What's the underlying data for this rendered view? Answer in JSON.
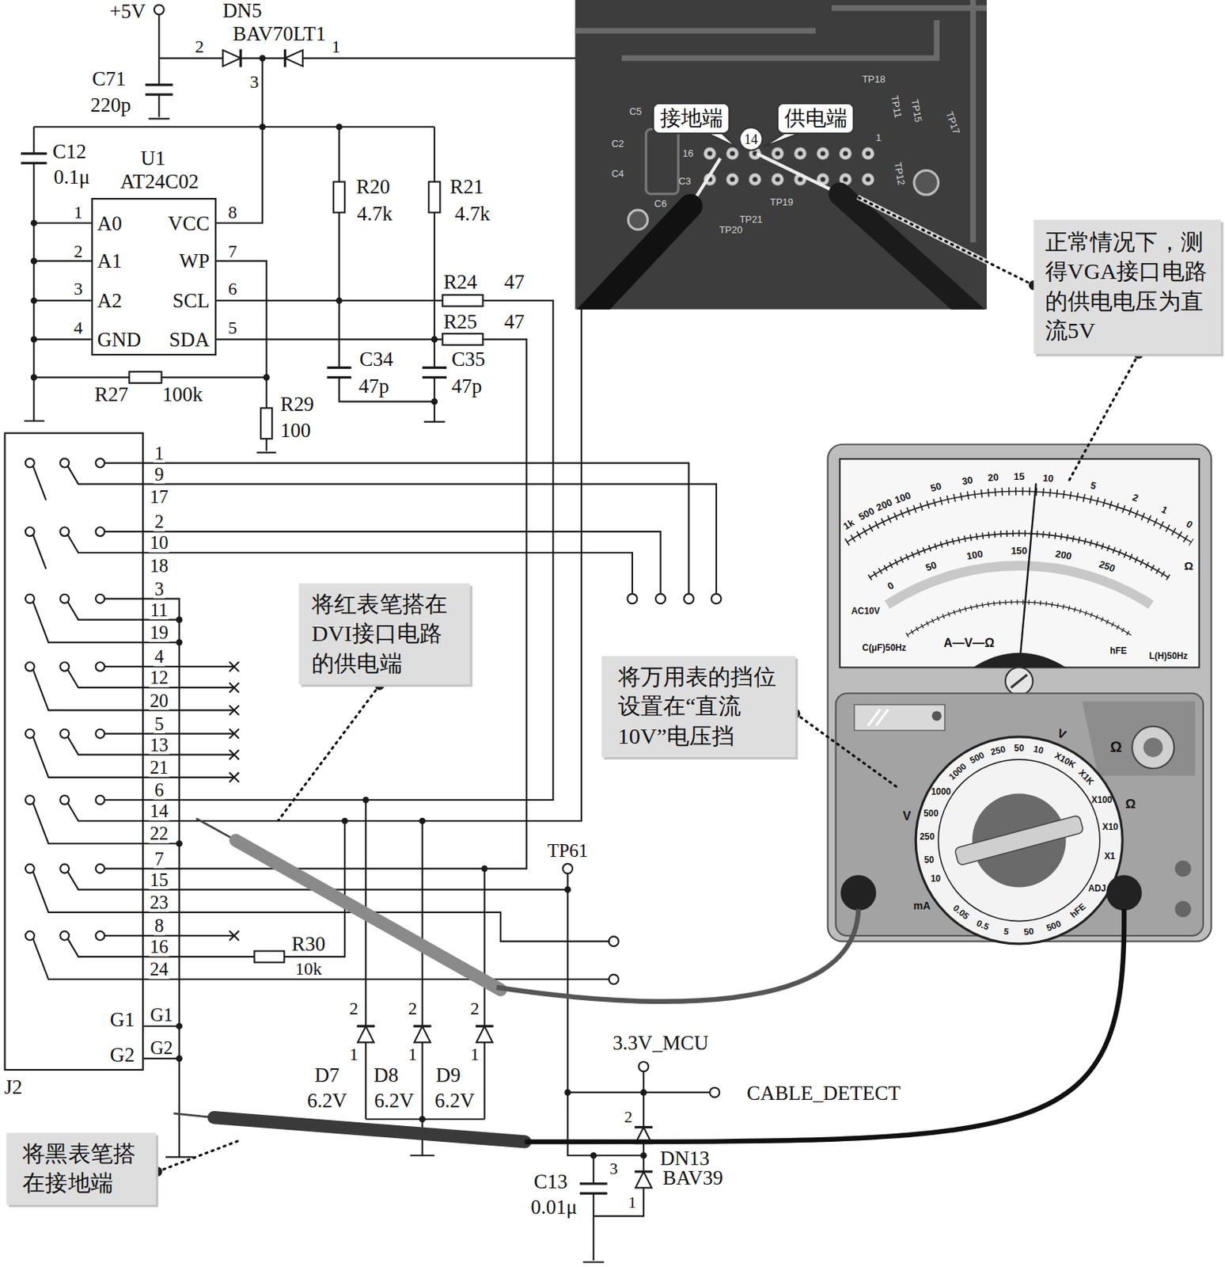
{
  "diagram": {
    "nodes": [
      {
        "text": [
          "接地端"
        ]
      },
      {
        "text": [
          "14"
        ]
      },
      {
        "text": [
          "供电端"
        ]
      },
      {
        "text": [
          "U1",
          "AT24C02",
          "A0",
          "A1",
          "A2",
          "GND",
          "VCC",
          "WP",
          "SCL",
          "SDA"
        ]
      },
      {
        "text": [
          "正常情况下，测得VGA接口电路的供电电压为直流5V"
        ]
      },
      {
        "text": [
          "J2",
          "G1",
          "G2"
        ]
      },
      {
        "text": [
          "将红表笔搭在DVI接口电路的供电端"
        ]
      },
      {
        "text": [
          "将万用表的挡位设置在“直流10V”电压挡"
        ]
      },
      {
        "text": [
          "将黑表笔搭在接地端"
        ]
      }
    ],
    "edges": [
      {
        "from": 3,
        "to": 5,
        "arrow": "none"
      },
      {
        "from": 3,
        "to": 5,
        "arrow": "none"
      },
      {
        "from": 3,
        "to": 5,
        "arrow": "none"
      }
    ],
    "labels": [
      "+5V",
      "DN5",
      "BAV70LT1",
      "2",
      "3",
      "1",
      "C71",
      "220p",
      "C12",
      "0.1μ",
      "1",
      "2",
      "3",
      "4",
      "8",
      "7",
      "6",
      "5",
      "R20",
      "4.7k",
      "R21",
      "4.7k",
      "R24",
      "47",
      "R25",
      "47",
      "C34",
      "47p",
      "C35",
      "47p",
      "R27",
      "100k",
      "R29",
      "100",
      "1",
      "9",
      "17",
      "2",
      "10",
      "18",
      "3",
      "11",
      "19",
      "4",
      "12",
      "20",
      "5",
      "13",
      "21",
      "6",
      "14",
      "22",
      "7",
      "15",
      "23",
      "8",
      "16",
      "24",
      "G1",
      "G2",
      "TP61",
      "R30",
      "10k",
      "2",
      "1",
      "2",
      "1",
      "2",
      "1",
      "D7",
      "6.2V",
      "D8",
      "6.2V",
      "D9",
      "6.2V",
      "3.3V_MCU",
      "CABLE_DETECT",
      "2",
      "3",
      "1",
      "DN13",
      "BAV39",
      "C13",
      "0.01μ",
      "C5",
      "C2",
      "C4",
      "C3",
      "C6",
      "16",
      "1",
      "TP18",
      "TP11",
      "TP15",
      "TP17",
      "TP12",
      "TP19",
      "TP21",
      "TP20",
      "1k",
      "500",
      "200",
      "100",
      "50",
      "30",
      "20",
      "15",
      "10",
      "5",
      "2",
      "1",
      "0",
      "Ω",
      "0",
      "50",
      "100",
      "150",
      "200",
      "250",
      "AC10V",
      "C(μF)50Hz",
      "A—V—Ω",
      "hFE",
      "L(H)50Hz",
      "10",
      "50",
      "250",
      "500",
      "1000",
      "V",
      "1000",
      "500",
      "250",
      "50",
      "10",
      "V",
      "X10K",
      "X1K",
      "X100",
      "X10",
      "X1",
      "Ω",
      "ADJ",
      "hFE",
      "500",
      "50",
      "5",
      "0.5",
      "0.05",
      "mA",
      "Ω"
    ]
  }
}
